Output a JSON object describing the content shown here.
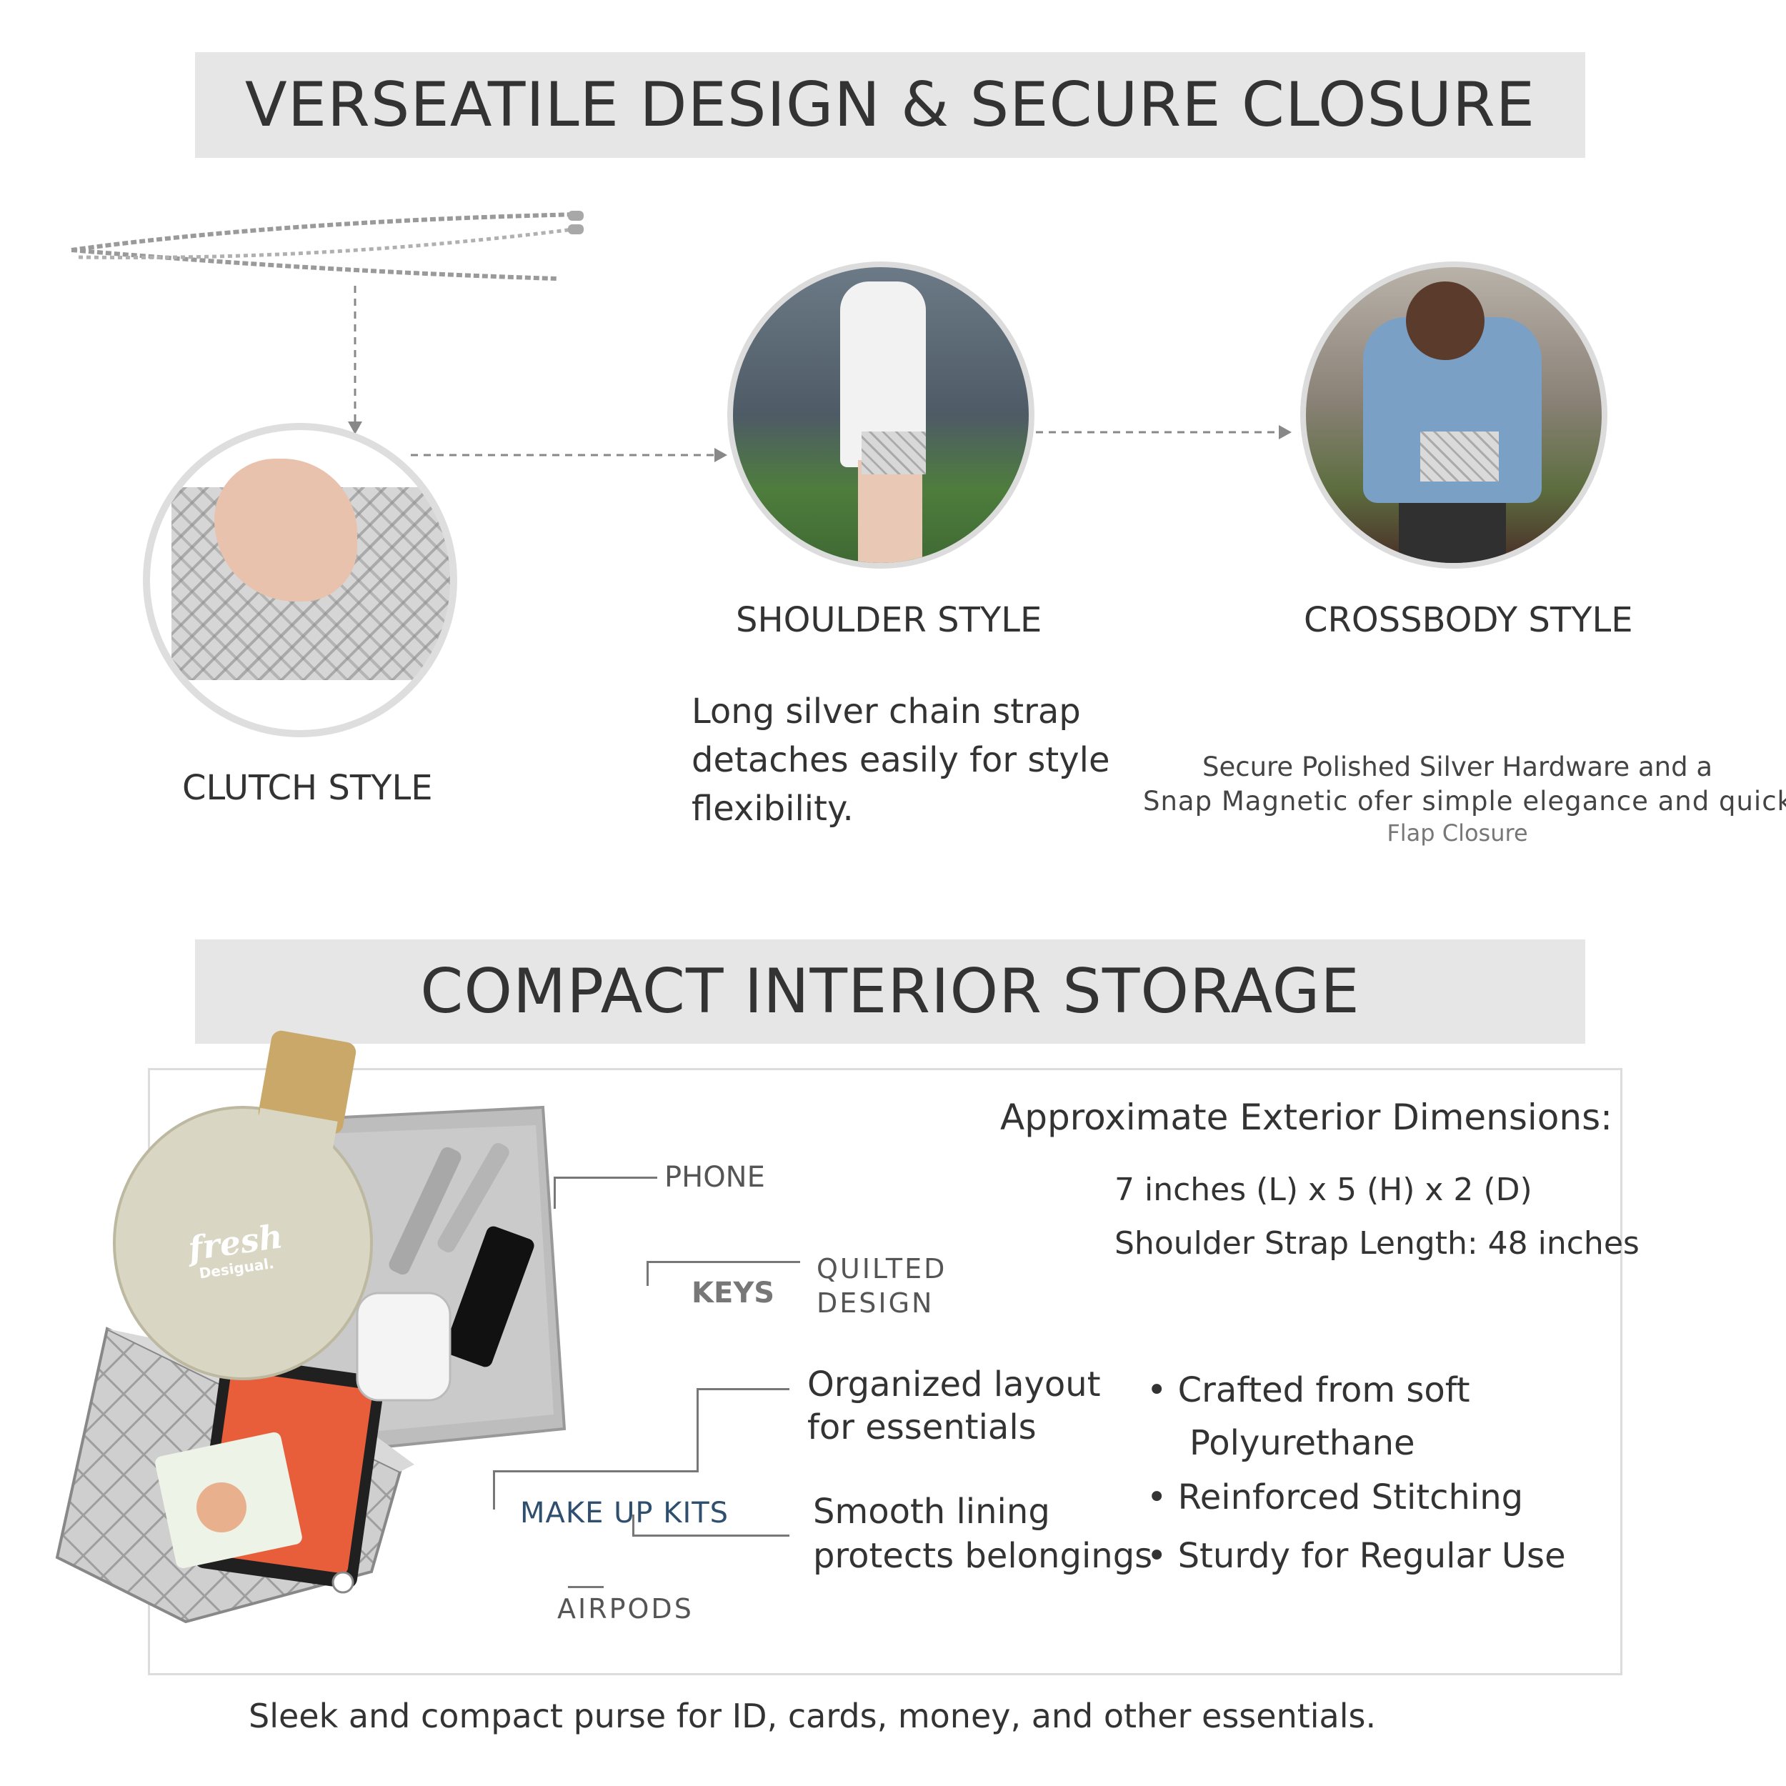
{
  "section1": {
    "title": "VERSEATILE DESIGN & SECURE CLOSURE",
    "styles": {
      "clutch": "CLUTCH STYLE",
      "shoulder": "SHOULDER STYLE",
      "crossbody": "CROSSBODY STYLE"
    },
    "strap_text": [
      "Long silver chain strap",
      "detaches easily for style",
      "flexibility."
    ],
    "hardware_text": [
      "Secure Polished Silver Hardware and a",
      "Snap Magnetic ofer simple elegance and quick",
      "Flap Closure"
    ]
  },
  "section2": {
    "title": "COMPACT INTERIOR STORAGE",
    "dimensions_heading": "Approximate Exterior Dimensions:",
    "dimensions": "7 inches (L) x 5 (H) x 2 (D)",
    "strap_length": "Shoulder Strap Length: 48 inches",
    "callouts": {
      "phone": "PHONE",
      "keys": "KEYS",
      "quilted": [
        "QUILTED",
        "DESIGN"
      ],
      "organized": [
        "Organized layout",
        "for essentials"
      ],
      "makeup": "MAKE UP KITS",
      "smooth": [
        "Smooth lining",
        "protects belongings"
      ],
      "airpods": "AIRPODS"
    },
    "features": [
      "• Crafted from soft",
      "Polyurethane",
      "•  Reinforced Stitching",
      "•  Sturdy for Regular Use"
    ],
    "perfume_brand": [
      "fresh",
      "Desigual."
    ],
    "footer": "Sleek and compact purse for ID, cards, money, and other essentials."
  },
  "colors": {
    "banner_bg": "#e6e6e6",
    "text": "#333333",
    "silver": "#c9c9c9",
    "navy_label": "#2f4f6f"
  }
}
